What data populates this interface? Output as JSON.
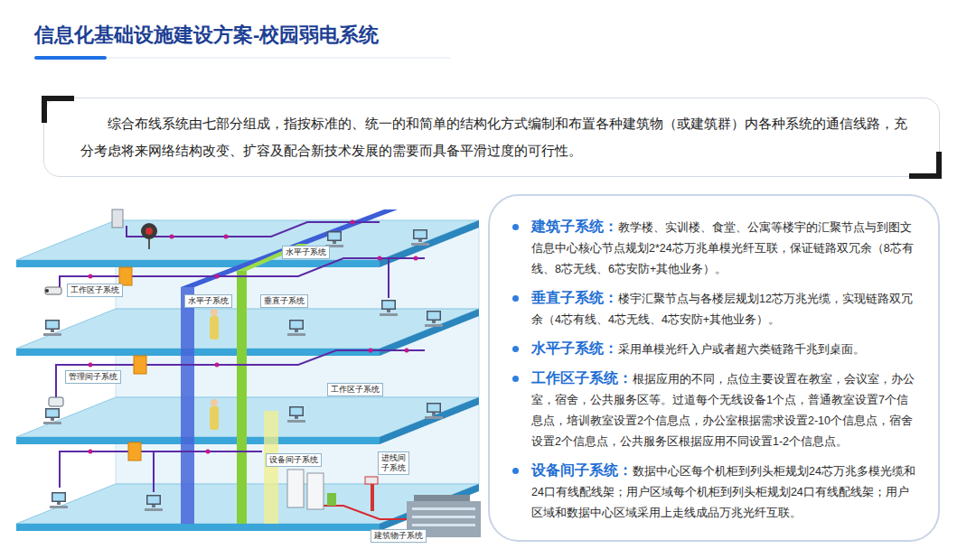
{
  "diagram": {
    "title": "信息化基础设施建设方案-校园弱电系统",
    "nodes": [
      {
        "text": [
          "综合布线系统由七部分组成，指按标准的、统一的和简单的结构化方式编制和布置各种建筑物（或建筑群）内各种系统的通信线路，充分考虑将来网络结构改变、扩容及配合新技术发展的需要而具备平滑过度的可行性。"
        ]
      },
      {
        "text": [
          "建筑子系统：",
          "教学楼、实训楼、食堂、公寓等楼宇的汇聚节点与到图文信息中心核心节点规划2*24芯万兆单模光纤互联，保证链路双冗余（8芯有线、8芯无线、6芯安防+其他业务）。",
          "垂直子系统：",
          "楼宇汇聚节点与各楼层规划12芯万兆光缆，实现链路双冗余（4芯有线、4芯无线、4芯安防+其他业务）。",
          "水平子系统：",
          "采用单模光纤入户或者超六类链路千兆到桌面。",
          "工作区子系统：",
          "根据应用的不同，点位主要设置在教室，会议室，办公室，宿舍，公共服务区等。过道每个无线设备1个点，普通教室设置7个信息点，培训教室设置2个信息点，办公室根据需求设置2-10个信息点，宿舍设置2个信息点，公共服务区根据应用不同设置1-2个信息点。",
          "设备间子系统：",
          "数据中心区每个机柜到列头柜规划24芯万兆多模光缆和24口有线配线架；用户区域每个机柜到列头柜规划24口有线配线架；用户区域和数据中心区域采用上走线成品万兆光纤互联。"
        ]
      }
    ],
    "labels": [
      "水平子系统",
      "工作区子系统",
      "水平子系统",
      "垂直子系统",
      "管理间子系统",
      "工作区子系统",
      "设备间子系统",
      "进线间子系统",
      "建筑物子系统"
    ]
  }
}
